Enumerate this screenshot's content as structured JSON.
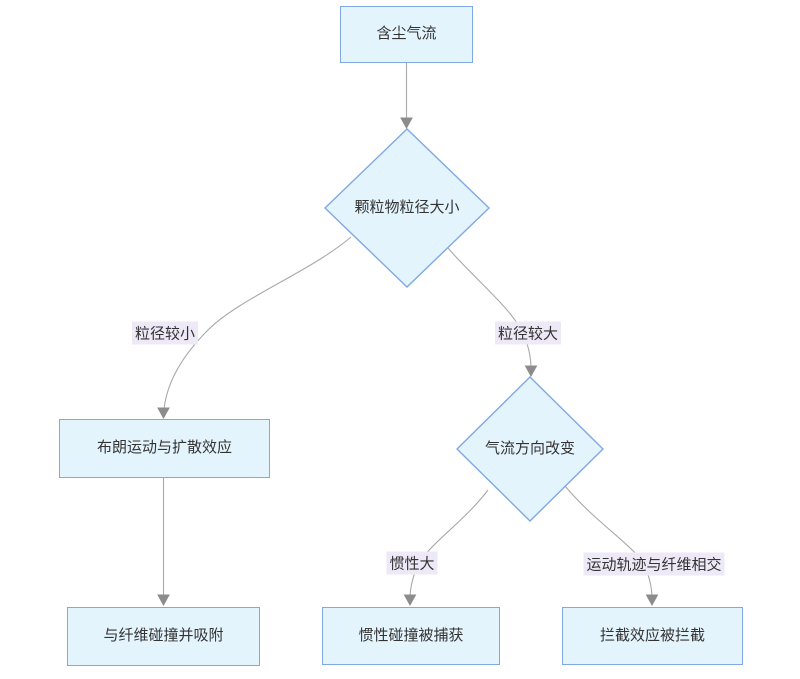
{
  "diagram": {
    "type": "flowchart",
    "direction": "top-down",
    "colors": {
      "node_fill": "#e4f4fd",
      "node_border": "#7fa8e4",
      "node_text": "#333333",
      "edge_line": "#a9a9a9",
      "arrowhead": "#8c8c8c",
      "edge_label_bg": "#ede9f7",
      "edge_label_text": "#333333",
      "canvas_bg": "#ffffff"
    },
    "nodes": {
      "start": {
        "label": "含尘气流",
        "shape": "rect"
      },
      "decision_size": {
        "label": "颗粒物粒径大小",
        "shape": "diamond"
      },
      "brownian": {
        "label": "布朗运动与扩散效应",
        "shape": "rect"
      },
      "adsorb": {
        "label": "与纤维碰撞并吸附",
        "shape": "rect"
      },
      "decision_airflow": {
        "label": "气流方向改变",
        "shape": "diamond"
      },
      "inertial": {
        "label": "惯性碰撞被捕获",
        "shape": "rect"
      },
      "interception": {
        "label": "拦截效应被拦截",
        "shape": "rect"
      }
    },
    "edges": [
      {
        "from": "start",
        "to": "decision_size",
        "label": ""
      },
      {
        "from": "decision_size",
        "to": "brownian",
        "label": "粒径较小"
      },
      {
        "from": "decision_size",
        "to": "decision_airflow",
        "label": "粒径较大"
      },
      {
        "from": "brownian",
        "to": "adsorb",
        "label": ""
      },
      {
        "from": "decision_airflow",
        "to": "inertial",
        "label": "惯性大"
      },
      {
        "from": "decision_airflow",
        "to": "interception",
        "label": "运动轨迹与纤维相交"
      }
    ]
  }
}
